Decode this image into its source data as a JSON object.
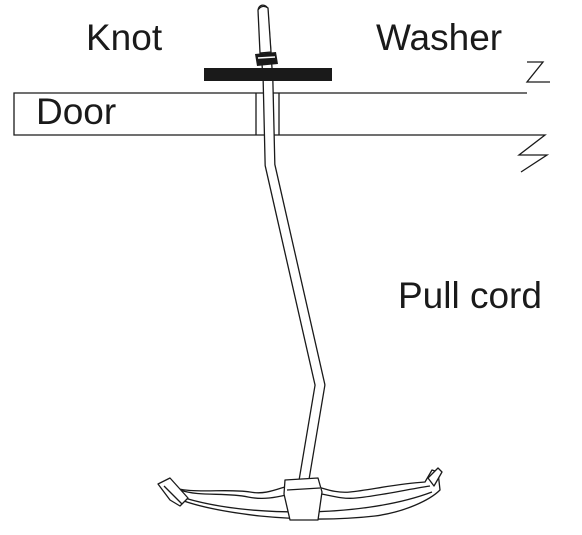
{
  "labels": {
    "knot": "Knot",
    "washer": "Washer",
    "door": "Door",
    "pull_cord": "Pull cord"
  },
  "colors": {
    "ink": "#1a1a1a",
    "background": "#ffffff"
  }
}
